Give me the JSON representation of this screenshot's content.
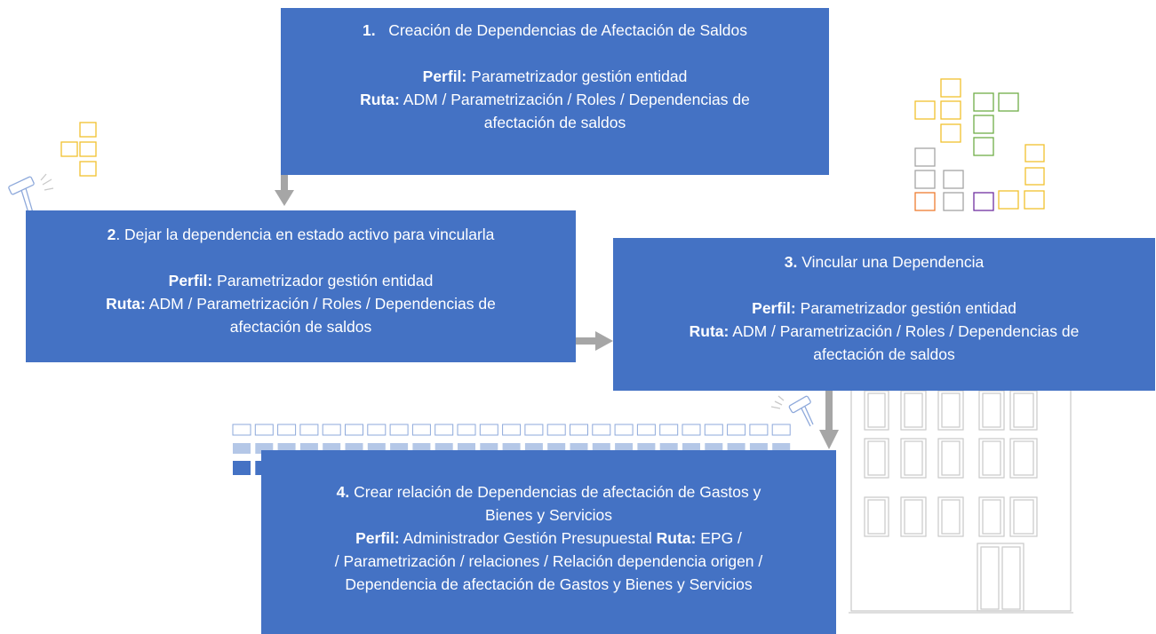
{
  "steps": [
    {
      "number": "1.",
      "title": "Creación de Dependencias de Afectación de Saldos",
      "profile_label": "Perfil:",
      "profile_value": "Parametrizador gestión entidad",
      "route_label": "Ruta:",
      "route_line1": "ADM / Parametrización / Roles / Dependencias de",
      "route_line2": "afectación de saldos"
    },
    {
      "number": "2",
      "title": ". Dejar la dependencia en estado activo para vincularla",
      "profile_label": "Perfil:",
      "profile_value": "Parametrizador gestión entidad",
      "route_label": "Ruta:",
      "route_line1": "ADM / Parametrización / Roles / Dependencias de",
      "route_line2": "afectación de saldos"
    },
    {
      "number": "3.",
      "title": "Vincular una Dependencia",
      "profile_label": "Perfil:",
      "profile_value": "Parametrizador gestión entidad",
      "route_label": "Ruta:",
      "route_line1": "ADM / Parametrización / Roles / Dependencias de",
      "route_line2": "afectación de saldos"
    },
    {
      "number": "4.",
      "title_line1": "Crear relación de Dependencias de afectación de Gastos y",
      "title_line2": "Bienes y Servicios",
      "profile_label": "Perfil:",
      "profile_value": "Administrador Gestión Presupuestal",
      "route_label": "Ruta:",
      "route_line1": "EPG /",
      "route_line2": "/ Parametrización / relaciones / Relación dependencia origen /",
      "route_line3": "Dependencia de afectación de Gastos y Bienes y Servicios"
    }
  ],
  "colors": {
    "box": "#4472c4",
    "arrow": "#a6a6a6",
    "yellow": "#f2c12e",
    "green": "#70ad47",
    "gray": "#a5a5a5",
    "orange": "#ed7d31",
    "purple": "#7030a0",
    "light_blue": "#b4c7e7"
  }
}
